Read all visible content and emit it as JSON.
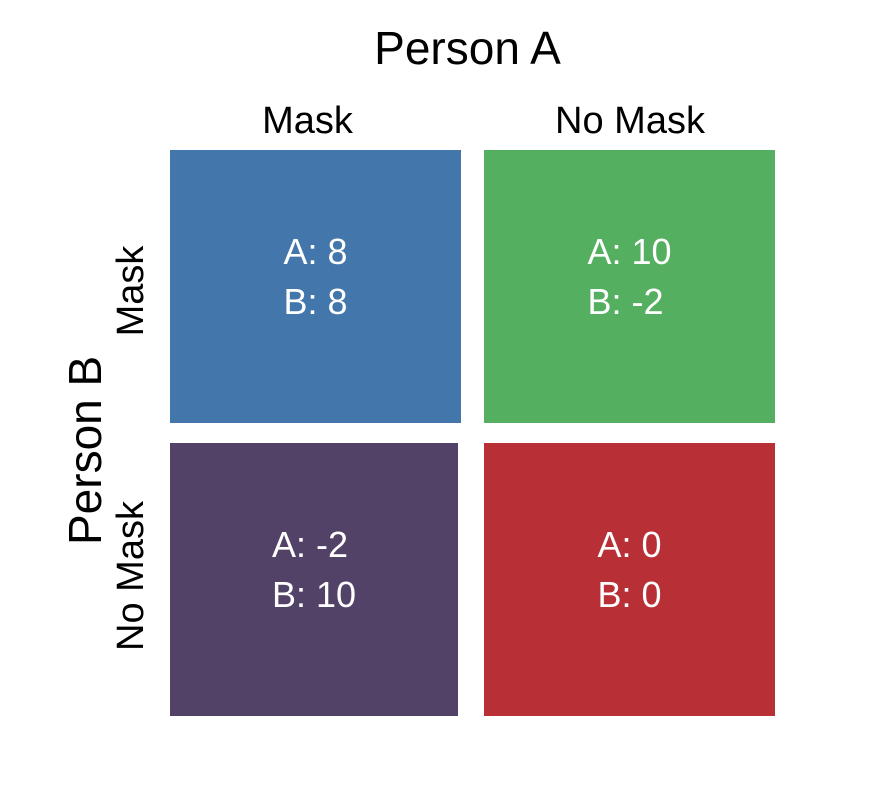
{
  "title": "Person A",
  "columns": {
    "header": "Person A",
    "labels": [
      "Mask",
      "No Mask"
    ]
  },
  "rows": {
    "header": "Person B",
    "labels": [
      "Mask",
      "No Mask"
    ]
  },
  "matrix": {
    "cells": [
      {
        "row": "Mask",
        "col": "Mask",
        "a_label": "A: 8",
        "b_label": "B: 8",
        "a": 8,
        "b": 8,
        "color": "#4376AB"
      },
      {
        "row": "Mask",
        "col": "No Mask",
        "a_label": "A: 10",
        "b_label": "B: -2",
        "a": 10,
        "b": -2,
        "color": "#54B060"
      },
      {
        "row": "No Mask",
        "col": "Mask",
        "a_label": "A: -2",
        "b_label": "B: 10",
        "a": -2,
        "b": 10,
        "color": "#534268"
      },
      {
        "row": "No Mask",
        "col": "No Mask",
        "a_label": "A: 0",
        "b_label": "B: 0",
        "a": 0,
        "b": 0,
        "color": "#B82F36"
      }
    ]
  }
}
